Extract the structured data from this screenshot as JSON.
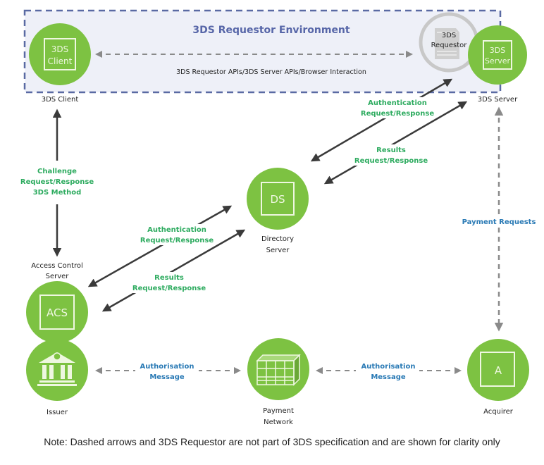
{
  "environment": {
    "title": "3DS Requestor Environment",
    "api_label": "3DS Requestor APIs/3DS Server APIs/Browser Interaction"
  },
  "nodes": {
    "client": {
      "icon_line1": "3DS",
      "icon_line2": "Client",
      "caption": "3DS Client"
    },
    "requestor": {
      "line1": "3DS",
      "line2": "Requestor"
    },
    "server": {
      "icon_line1": "3DS",
      "icon_line2": "Server",
      "caption": "3DS Server"
    },
    "ds": {
      "icon_text": "DS",
      "caption_line1": "Directory",
      "caption_line2": "Server"
    },
    "acs": {
      "icon_text": "ACS",
      "caption_line1": "Access Control",
      "caption_line2": "Server"
    },
    "issuer": {
      "caption": "Issuer",
      "icon": "bank-icon"
    },
    "payment_network": {
      "caption_line1": "Payment",
      "caption_line2": "Network",
      "icon": "network-grid-icon"
    },
    "acquirer": {
      "icon_text": "A",
      "caption": "Acquirer"
    }
  },
  "flows": {
    "challenge": {
      "line1": "Challenge",
      "line2": "Request/Response",
      "line3": "3DS Method"
    },
    "auth_server_ds": {
      "line1": "Authentication",
      "line2": "Request/Response"
    },
    "results_server_ds": {
      "line1": "Results",
      "line2": "Request/Response"
    },
    "auth_ds_acs": {
      "line1": "Authentication",
      "line2": "Request/Response"
    },
    "results_ds_acs": {
      "line1": "Results",
      "line2": "Request/Response"
    },
    "payment_requests": {
      "label": "Payment Requests"
    },
    "auth_msg_left": {
      "line1": "Authorisation",
      "line2": "Message"
    },
    "auth_msg_right": {
      "line1": "Authorisation",
      "line2": "Message"
    }
  },
  "colors": {
    "node_green": "#7dc242",
    "env_border": "#5a6aa3",
    "env_fill": "#eef0f8",
    "label_green": "#2dab5f",
    "label_blue": "#2a7ab5",
    "arrow_dark": "#3a3a3a",
    "arrow_gray": "#8a8a8a"
  },
  "note": "Note: Dashed arrows and 3DS Requestor are not part of 3DS specification and are shown for clarity only"
}
